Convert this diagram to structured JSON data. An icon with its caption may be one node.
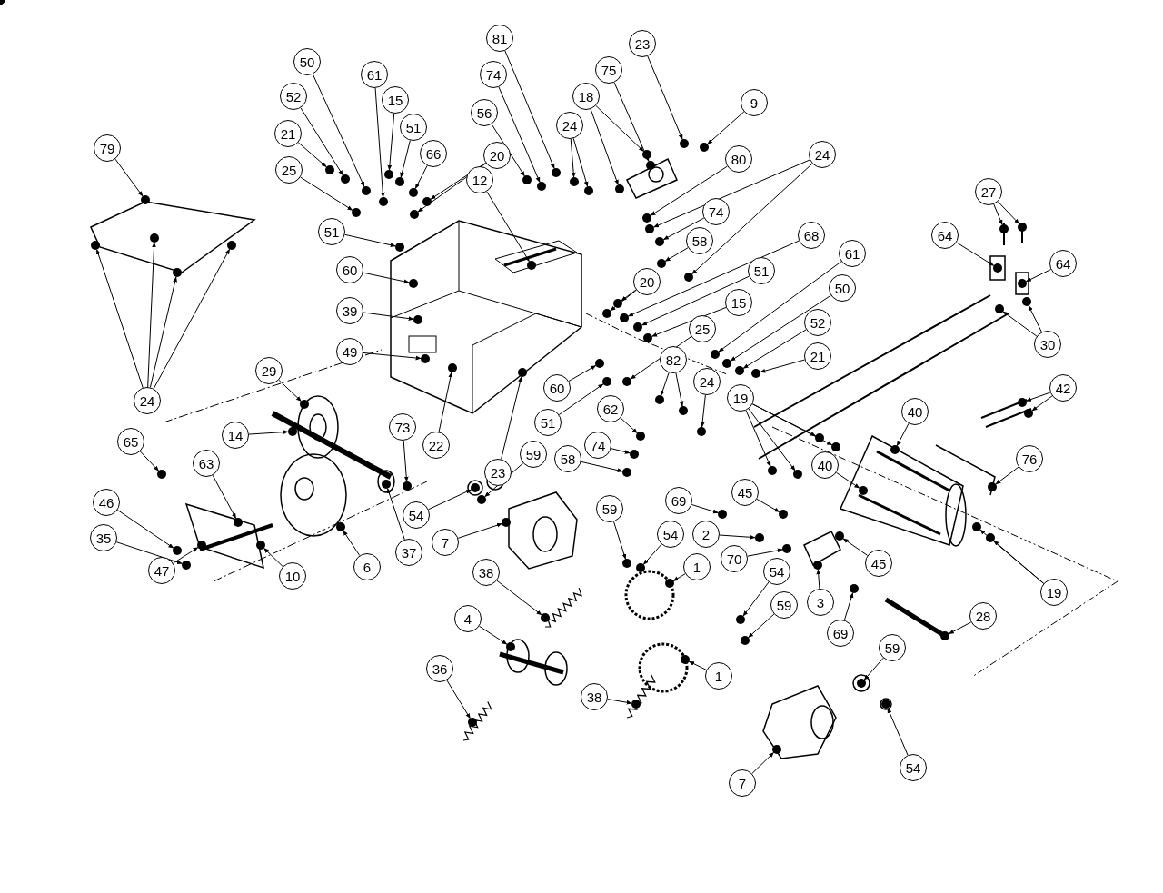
{
  "diagram": {
    "nodes": [
      {
        "text": [
          "79"
        ]
      },
      {
        "text": [
          "24"
        ]
      },
      {
        "text": [
          "50"
        ]
      },
      {
        "text": [
          "61"
        ]
      },
      {
        "text": [
          "52"
        ]
      },
      {
        "text": [
          "15"
        ]
      },
      {
        "text": [
          "21"
        ]
      },
      {
        "text": [
          "51"
        ]
      },
      {
        "text": [
          "66"
        ]
      },
      {
        "text": [
          "20"
        ]
      },
      {
        "text": [
          "25"
        ]
      },
      {
        "text": [
          "12"
        ]
      },
      {
        "text": [
          "51"
        ]
      },
      {
        "text": [
          "60"
        ]
      },
      {
        "text": [
          "39"
        ]
      },
      {
        "text": [
          "49"
        ]
      },
      {
        "text": [
          "81"
        ]
      },
      {
        "text": [
          "74"
        ]
      },
      {
        "text": [
          "56"
        ]
      },
      {
        "text": [
          "24"
        ]
      },
      {
        "text": [
          "75"
        ]
      },
      {
        "text": [
          "18"
        ]
      },
      {
        "text": [
          "23"
        ]
      },
      {
        "text": [
          "9"
        ]
      },
      {
        "text": [
          "80"
        ]
      },
      {
        "text": [
          "24"
        ]
      },
      {
        "text": [
          "74"
        ]
      },
      {
        "text": [
          "58"
        ]
      },
      {
        "text": [
          "68"
        ]
      },
      {
        "text": [
          "61"
        ]
      },
      {
        "text": [
          "51"
        ]
      },
      {
        "text": [
          "50"
        ]
      },
      {
        "text": [
          "20"
        ]
      },
      {
        "text": [
          "15"
        ]
      },
      {
        "text": [
          "52"
        ]
      },
      {
        "text": [
          "25"
        ]
      },
      {
        "text": [
          "21"
        ]
      },
      {
        "text": [
          "22"
        ]
      },
      {
        "text": [
          "60"
        ]
      },
      {
        "text": [
          "82"
        ]
      },
      {
        "text": [
          "24"
        ]
      },
      {
        "text": [
          "19"
        ]
      },
      {
        "text": [
          "51"
        ]
      },
      {
        "text": [
          "27"
        ]
      },
      {
        "text": [
          "64"
        ]
      },
      {
        "text": [
          "64"
        ]
      },
      {
        "text": [
          "30"
        ]
      },
      {
        "text": [
          "42"
        ]
      },
      {
        "text": [
          "40"
        ]
      },
      {
        "text": [
          "40"
        ]
      },
      {
        "text": [
          "76"
        ]
      },
      {
        "text": [
          "29"
        ]
      },
      {
        "text": [
          "73"
        ]
      },
      {
        "text": [
          "14"
        ]
      },
      {
        "text": [
          "23"
        ]
      },
      {
        "text": [
          "59"
        ]
      },
      {
        "text": [
          "62"
        ]
      },
      {
        "text": [
          "74"
        ]
      },
      {
        "text": [
          "58"
        ]
      },
      {
        "text": [
          "65"
        ]
      },
      {
        "text": [
          "63"
        ]
      },
      {
        "text": [
          "54"
        ]
      },
      {
        "text": [
          "59"
        ]
      },
      {
        "text": [
          "69"
        ]
      },
      {
        "text": [
          "45"
        ]
      },
      {
        "text": [
          "2"
        ]
      },
      {
        "text": [
          "46"
        ]
      },
      {
        "text": [
          "35"
        ]
      },
      {
        "text": [
          "47"
        ]
      },
      {
        "text": [
          "10"
        ]
      },
      {
        "text": [
          "6"
        ]
      },
      {
        "text": [
          "37"
        ]
      },
      {
        "text": [
          "7"
        ]
      },
      {
        "text": [
          "54"
        ]
      },
      {
        "text": [
          "1"
        ]
      },
      {
        "text": [
          "70"
        ]
      },
      {
        "text": [
          "45"
        ]
      },
      {
        "text": [
          "19"
        ]
      },
      {
        "text": [
          "38"
        ]
      },
      {
        "text": [
          "54"
        ]
      },
      {
        "text": [
          "3"
        ]
      },
      {
        "text": [
          "69"
        ]
      },
      {
        "text": [
          "28"
        ]
      },
      {
        "text": [
          "4"
        ]
      },
      {
        "text": [
          "59"
        ]
      },
      {
        "text": [
          "59"
        ]
      },
      {
        "text": [
          "36"
        ]
      },
      {
        "text": [
          "1"
        ]
      },
      {
        "text": [
          "38"
        ]
      },
      {
        "text": [
          "7"
        ]
      },
      {
        "text": [
          "54"
        ]
      },
      {
        "text": [],
        "shape": "circle"
      },
      {
        "text": [],
        "shape": "circle"
      },
      {
        "text": [],
        "shape": "circle"
      },
      {
        "text": [],
        "shape": "circle"
      },
      {
        "text": [],
        "shape": "circle"
      },
      {
        "text": [],
        "shape": "circle"
      },
      {
        "text": [],
        "shape": "circle"
      },
      {
        "text": [],
        "shape": "circle"
      },
      {
        "text": [],
        "shape": "circle"
      },
      {
        "text": [],
        "shape": "circle"
      },
      {
        "text": [],
        "shape": "circle"
      },
      {
        "text": [],
        "shape": "circle"
      },
      {
        "text": [],
        "shape": "circle"
      },
      {
        "text": [],
        "shape": "circle"
      },
      {
        "text": [],
        "shape": "circle"
      },
      {
        "text": [],
        "shape": "circle"
      },
      {
        "text": [],
        "shape": "circle"
      },
      {
        "text": [],
        "shape": "circle"
      },
      {
        "text": [],
        "shape": "circle"
      },
      {
        "text": [],
        "shape": "circle"
      },
      {
        "text": [],
        "shape": "circle"
      },
      {
        "text": [],
        "shape": "circle"
      },
      {
        "text": [],
        "shape": "circle"
      },
      {
        "text": [],
        "shape": "circle"
      },
      {
        "text": [],
        "shape": "circle"
      },
      {
        "text": [],
        "shape": "circle"
      },
      {
        "text": [],
        "shape": "circle"
      },
      {
        "text": [],
        "shape": "circle"
      },
      {
        "text": [],
        "shape": "circle"
      },
      {
        "text": [],
        "shape": "circle"
      },
      {
        "text": [],
        "shape": "circle"
      },
      {
        "text": [],
        "shape": "circle"
      },
      {
        "text": [],
        "shape": "circle"
      },
      {
        "text": [],
        "shape": "circle"
      },
      {
        "text": [],
        "shape": "circle"
      },
      {
        "text": [],
        "shape": "circle"
      },
      {
        "text": [],
        "shape": "circle"
      },
      {
        "text": [],
        "shape": "circle"
      },
      {
        "text": [],
        "shape": "circle"
      },
      {
        "text": [],
        "shape": "circle"
      },
      {
        "text": [],
        "shape": "circle"
      },
      {
        "text": [],
        "shape": "circle"
      },
      {
        "text": [],
        "shape": "circle"
      },
      {
        "text": [],
        "shape": "circle"
      },
      {
        "text": [],
        "shape": "circle"
      },
      {
        "text": [],
        "shape": "circle"
      },
      {
        "text": [],
        "shape": "circle"
      },
      {
        "text": [],
        "shape": "circle"
      },
      {
        "text": [],
        "shape": "circle"
      },
      {
        "text": [],
        "shape": "circle"
      },
      {
        "text": [],
        "shape": "circle"
      },
      {
        "text": [],
        "shape": "circle"
      },
      {
        "text": [],
        "shape": "circle"
      },
      {
        "text": [],
        "shape": "circle"
      },
      {
        "text": [],
        "shape": "circle"
      },
      {
        "text": [],
        "shape": "circle"
      },
      {
        "text": [],
        "shape": "circle"
      },
      {
        "text": [],
        "shape": "circle"
      },
      {
        "text": [],
        "shape": "circle"
      },
      {
        "text": [],
        "shape": "circle"
      },
      {
        "text": [],
        "shape": "circle"
      },
      {
        "text": [],
        "shape": "circle"
      },
      {
        "text": [],
        "shape": "circle"
      },
      {
        "text": [],
        "shape": "circle"
      },
      {
        "text": [],
        "shape": "circle"
      },
      {
        "text": [],
        "shape": "circle"
      },
      {
        "text": [],
        "shape": "circle"
      },
      {
        "text": [],
        "shape": "circle"
      },
      {
        "text": [],
        "shape": "circle"
      },
      {
        "text": [],
        "shape": "circle"
      },
      {
        "text": [],
        "shape": "circle"
      },
      {
        "text": [],
        "shape": "circle"
      },
      {
        "text": [],
        "shape": "circle"
      },
      {
        "text": [],
        "shape": "circle"
      },
      {
        "text": [],
        "shape": "circle"
      },
      {
        "text": [],
        "shape": "circle"
      },
      {
        "text": [],
        "shape": "circle"
      },
      {
        "text": [],
        "shape": "circle"
      },
      {
        "text": [],
        "shape": "circle"
      },
      {
        "text": [],
        "shape": "circle"
      },
      {
        "text": [],
        "shape": "circle"
      },
      {
        "text": [],
        "shape": "circle"
      },
      {
        "text": [],
        "shape": "circle"
      },
      {
        "text": [],
        "shape": "circle"
      },
      {
        "text": [],
        "shape": "circle"
      },
      {
        "text": [],
        "shape": "circle"
      },
      {
        "text": [],
        "shape": "circle"
      },
      {
        "text": [],
        "shape": "circle"
      },
      {
        "text": [],
        "shape": "circle"
      },
      {
        "text": [],
        "shape": "circle"
      },
      {
        "text": [],
        "shape": "circle"
      },
      {
        "text": [],
        "shape": "circle"
      },
      {
        "text": [],
        "shape": "circle"
      },
      {
        "text": [],
        "shape": "circle"
      },
      {
        "text": [],
        "shape": "circle"
      },
      {
        "text": [],
        "shape": "circle"
      },
      {
        "text": [],
        "shape": "circle"
      },
      {
        "text": [],
        "shape": "circle"
      },
      {
        "text": [],
        "shape": "circle"
      },
      {
        "text": [],
        "shape": "circle"
      },
      {
        "text": [],
        "shape": "circle"
      },
      {
        "text": [],
        "shape": "circle"
      },
      {
        "text": [],
        "shape": "circle"
      },
      {
        "text": [],
        "shape": "circle"
      },
      {
        "text": [],
        "shape": "circle"
      },
      {
        "text": [],
        "shape": "circle"
      },
      {
        "text": [],
        "shape": "circle"
      },
      {
        "text": [],
        "shape": "circle"
      },
      {
        "text": [],
        "shape": "circle"
      },
      {
        "text": [],
        "shape": "circle"
      },
      {
        "text": [],
        "shape": "circle"
      },
      {
        "text": [],
        "shape": "circle"
      },
      {
        "text": [],
        "shape": "circle"
      },
      {
        "text": [],
        "shape": "circle"
      },
      {
        "text": [],
        "shape": "circle"
      },
      {
        "text": [],
        "shape": "circle"
      },
      {
        "text": [],
        "shape": "circle"
      }
    ],
    "edges": [
      {
        "from": 0,
        "to": 91,
        "arrow": "to"
      },
      {
        "from": 1,
        "to": 92,
        "arrow": "to"
      },
      {
        "from": 1,
        "to": 93,
        "arrow": "to"
      },
      {
        "from": 1,
        "to": 94,
        "arrow": "to"
      },
      {
        "from": 1,
        "to": 95,
        "arrow": "to"
      },
      {
        "from": 2,
        "to": 96,
        "arrow": "to"
      },
      {
        "from": 3,
        "to": 97,
        "arrow": "to"
      },
      {
        "from": 4,
        "to": 98,
        "arrow": "to"
      },
      {
        "from": 5,
        "to": 99,
        "arrow": "to"
      },
      {
        "from": 6,
        "to": 100,
        "arrow": "to"
      },
      {
        "from": 7,
        "to": 101,
        "arrow": "to"
      },
      {
        "from": 8,
        "to": 102,
        "arrow": "to"
      },
      {
        "from": 9,
        "to": 103,
        "arrow": "to"
      },
      {
        "from": 9,
        "to": 104,
        "arrow": "to"
      },
      {
        "from": 10,
        "to": 105,
        "arrow": "to"
      },
      {
        "from": 11,
        "to": 106,
        "arrow": "to"
      },
      {
        "from": 12,
        "to": 107,
        "arrow": "to"
      },
      {
        "from": 13,
        "to": 108,
        "arrow": "to"
      },
      {
        "from": 14,
        "to": 109,
        "arrow": "to"
      },
      {
        "from": 15,
        "to": 110,
        "arrow": "to"
      },
      {
        "from": 16,
        "to": 111,
        "arrow": "to"
      },
      {
        "from": 17,
        "to": 112,
        "arrow": "to"
      },
      {
        "from": 18,
        "to": 113,
        "arrow": "to"
      },
      {
        "from": 19,
        "to": 114,
        "arrow": "to"
      },
      {
        "from": 19,
        "to": 115,
        "arrow": "to"
      },
      {
        "from": 20,
        "to": 116,
        "arrow": "to"
      },
      {
        "from": 21,
        "to": 117,
        "arrow": "to"
      },
      {
        "from": 21,
        "to": 118,
        "arrow": "to"
      },
      {
        "from": 22,
        "to": 119,
        "arrow": "to"
      },
      {
        "from": 23,
        "to": 120,
        "arrow": "to"
      },
      {
        "from": 24,
        "to": 121,
        "arrow": "to"
      },
      {
        "from": 25,
        "to": 122,
        "arrow": "to"
      },
      {
        "from": 25,
        "to": 123,
        "arrow": "to"
      },
      {
        "from": 26,
        "to": 124,
        "arrow": "to"
      },
      {
        "from": 27,
        "to": 125,
        "arrow": "to"
      },
      {
        "from": 28,
        "to": 126,
        "arrow": "to"
      },
      {
        "from": 29,
        "to": 127,
        "arrow": "to"
      },
      {
        "from": 30,
        "to": 128,
        "arrow": "to"
      },
      {
        "from": 31,
        "to": 129,
        "arrow": "to"
      },
      {
        "from": 32,
        "to": 130,
        "arrow": "to"
      },
      {
        "from": 32,
        "to": 131,
        "arrow": "to"
      },
      {
        "from": 33,
        "to": 132,
        "arrow": "to"
      },
      {
        "from": 34,
        "to": 133,
        "arrow": "to"
      },
      {
        "from": 35,
        "to": 134,
        "arrow": "to"
      },
      {
        "from": 36,
        "to": 135,
        "arrow": "to"
      },
      {
        "from": 37,
        "to": 136,
        "arrow": "to"
      },
      {
        "from": 38,
        "to": 137,
        "arrow": "to"
      },
      {
        "from": 39,
        "to": 138,
        "arrow": "to"
      },
      {
        "from": 39,
        "to": 139,
        "arrow": "to"
      },
      {
        "from": 40,
        "to": 140,
        "arrow": "to"
      },
      {
        "from": 41,
        "to": 141,
        "arrow": "to"
      },
      {
        "from": 41,
        "to": 142,
        "arrow": "to"
      },
      {
        "from": 41,
        "to": 143,
        "arrow": "to"
      },
      {
        "from": 41,
        "to": 144,
        "arrow": "to"
      },
      {
        "from": 42,
        "to": 145,
        "arrow": "to"
      },
      {
        "from": 43,
        "to": 146,
        "arrow": "to"
      },
      {
        "from": 43,
        "to": 147,
        "arrow": "to"
      },
      {
        "from": 44,
        "to": 148,
        "arrow": "to"
      },
      {
        "from": 45,
        "to": 149,
        "arrow": "to"
      },
      {
        "from": 46,
        "to": 150,
        "arrow": "to"
      },
      {
        "from": 46,
        "to": 151,
        "arrow": "to"
      },
      {
        "from": 47,
        "to": 152,
        "arrow": "to"
      },
      {
        "from": 47,
        "to": 153,
        "arrow": "to"
      },
      {
        "from": 48,
        "to": 154,
        "arrow": "to"
      },
      {
        "from": 49,
        "to": 155,
        "arrow": "to"
      },
      {
        "from": 50,
        "to": 156,
        "arrow": "to"
      },
      {
        "from": 51,
        "to": 157,
        "arrow": "to"
      },
      {
        "from": 52,
        "to": 158,
        "arrow": "to"
      },
      {
        "from": 53,
        "to": 159,
        "arrow": "to"
      },
      {
        "from": 54,
        "to": 160,
        "arrow": "to"
      },
      {
        "from": 55,
        "to": 161,
        "arrow": "to"
      },
      {
        "from": 56,
        "to": 162,
        "arrow": "to"
      },
      {
        "from": 57,
        "to": 163,
        "arrow": "to"
      },
      {
        "from": 58,
        "to": 164,
        "arrow": "to"
      },
      {
        "from": 59,
        "to": 165,
        "arrow": "to"
      },
      {
        "from": 60,
        "to": 166,
        "arrow": "to"
      },
      {
        "from": 61,
        "to": 167,
        "arrow": "to"
      },
      {
        "from": 62,
        "to": 168,
        "arrow": "to"
      },
      {
        "from": 63,
        "to": 169,
        "arrow": "to"
      },
      {
        "from": 64,
        "to": 170,
        "arrow": "to"
      },
      {
        "from": 65,
        "to": 171,
        "arrow": "to"
      },
      {
        "from": 66,
        "to": 172,
        "arrow": "to"
      },
      {
        "from": 67,
        "to": 173,
        "arrow": "to"
      },
      {
        "from": 68,
        "to": 174,
        "arrow": "to"
      },
      {
        "from": 69,
        "to": 175,
        "arrow": "to"
      },
      {
        "from": 70,
        "to": 176,
        "arrow": "to"
      },
      {
        "from": 71,
        "to": 177,
        "arrow": "to"
      },
      {
        "from": 72,
        "to": 178,
        "arrow": "to"
      },
      {
        "from": 73,
        "to": 179,
        "arrow": "to"
      },
      {
        "from": 74,
        "to": 180,
        "arrow": "to"
      },
      {
        "from": 75,
        "to": 181,
        "arrow": "to"
      },
      {
        "from": 76,
        "to": 182,
        "arrow": "to"
      },
      {
        "from": 77,
        "to": 183,
        "arrow": "to"
      },
      {
        "from": 77,
        "to": 184,
        "arrow": "to"
      },
      {
        "from": 78,
        "to": 185,
        "arrow": "to"
      },
      {
        "from": 79,
        "to": 186,
        "arrow": "to"
      },
      {
        "from": 80,
        "to": 187,
        "arrow": "to"
      },
      {
        "from": 81,
        "to": 188,
        "arrow": "to"
      },
      {
        "from": 82,
        "to": 189,
        "arrow": "to"
      },
      {
        "from": 83,
        "to": 190,
        "arrow": "to"
      },
      {
        "from": 84,
        "to": 191,
        "arrow": "to"
      },
      {
        "from": 85,
        "to": 192,
        "arrow": "to"
      },
      {
        "from": 86,
        "to": 193,
        "arrow": "to"
      },
      {
        "from": 87,
        "to": 194,
        "arrow": "to"
      },
      {
        "from": 88,
        "to": 195,
        "arrow": "to"
      },
      {
        "from": 89,
        "to": 196,
        "arrow": "to"
      },
      {
        "from": 90,
        "to": 197,
        "arrow": "to"
      }
    ]
  }
}
